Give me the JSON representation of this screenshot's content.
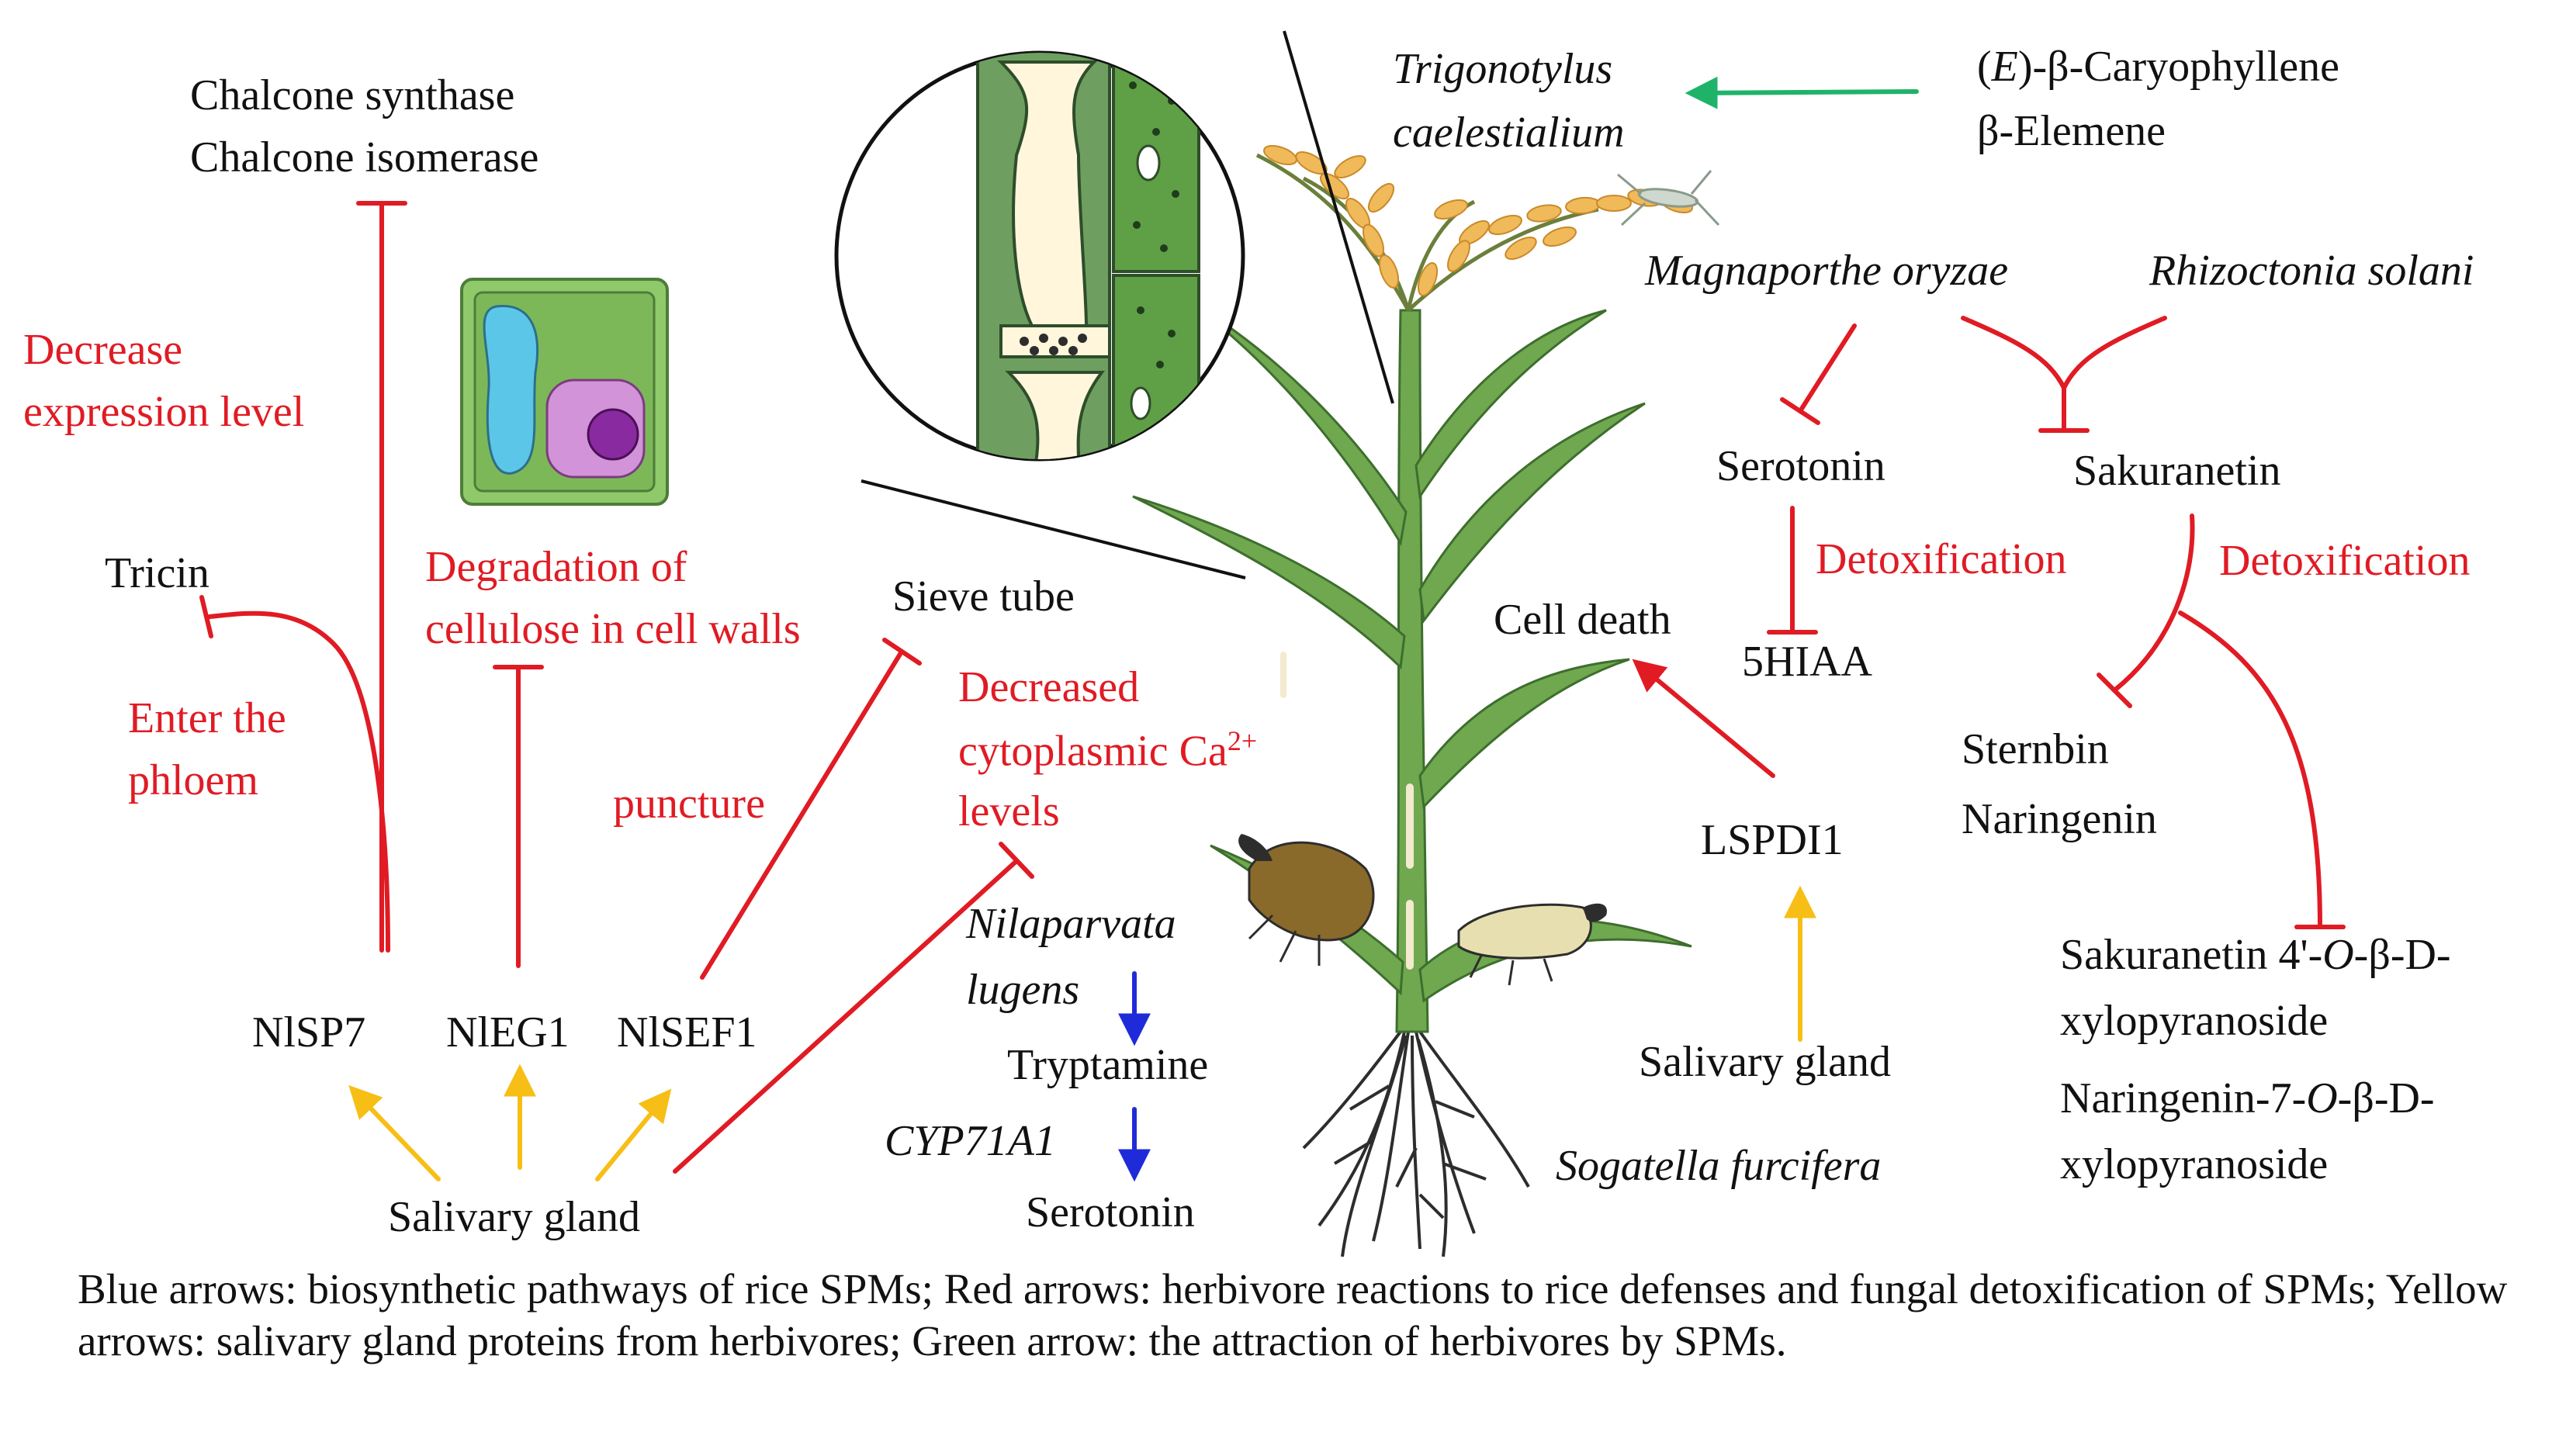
{
  "labels": {
    "chalcone_synthase": "Chalcone synthase",
    "chalcone_isomerase": "Chalcone isomerase",
    "decrease_expression_1": "Decrease",
    "decrease_expression_2": "expression level",
    "tricin": "Tricin",
    "enter_phloem_1": "Enter the",
    "enter_phloem_2": "phloem",
    "degradation_1": "Degradation of",
    "degradation_2": "cellulose in cell walls",
    "sieve_tube": "Sieve tube",
    "decreased_ca_1": "Decreased",
    "decreased_ca_2": "cytoplasmic Ca",
    "decreased_ca_sup": "2+",
    "decreased_ca_3": "levels",
    "puncture": "puncture",
    "nlsp7": "NlSP7",
    "nleg1": "NlEG1",
    "nlsef1": "NlSEF1",
    "salivary_gland_left": "Salivary gland",
    "nilaparvata_1": "Nilaparvata",
    "nilaparvata_2": "lugens",
    "tryptamine": "Tryptamine",
    "cyp71a1": "CYP71A1",
    "serotonin_bottom": "Serotonin",
    "trigonotylus_1": "Trigonotylus",
    "trigonotylus_2": "caelestialium",
    "caryophyllene_e": "E",
    "caryophyllene_rest": ")-β-Caryophyllene",
    "elemene": "β-Elemene",
    "magnaporthe": "Magnaporthe oryzae",
    "rhizoctonia": "Rhizoctonia solani",
    "serotonin_right": "Serotonin",
    "sakuranetin": "Sakuranetin",
    "detox_1": "Detoxification",
    "detox_2": "Detoxification",
    "hiaa": "5HIAA",
    "cell_death": "Cell death",
    "lspdi1": "LSPDI1",
    "sternbin": "Sternbin",
    "naringenin": "Naringenin",
    "salivary_gland_right": "Salivary gland",
    "sogatella": "Sogatella furcifera",
    "sak_xyl_1a": "Sakuranetin 4'-",
    "sak_xyl_1b": "O",
    "sak_xyl_1c": "-β-D-",
    "sak_xyl_2": "xylopyranoside",
    "nar_xyl_1a": "Naringenin-7-",
    "nar_xyl_1b": "O",
    "nar_xyl_1c": "-β-D-",
    "nar_xyl_2": "xylopyranoside"
  },
  "caption": "Blue arrows: biosynthetic pathways of rice SPMs; Red arrows: herbivore reactions to rice defenses and fungal detoxification of SPMs; Yellow arrows: salivary gland proteins from herbivores; Green arrow: the attraction of herbivores by SPMs.",
  "colors": {
    "red": "#e01b24",
    "blue": "#1f2bd8",
    "yellow": "#f7be16",
    "green": "#1fb36a",
    "leaf": "#6fa84f",
    "leaf_dark": "#3e6e2e",
    "grain": "#f0b95a",
    "root": "#2d2d2d"
  }
}
